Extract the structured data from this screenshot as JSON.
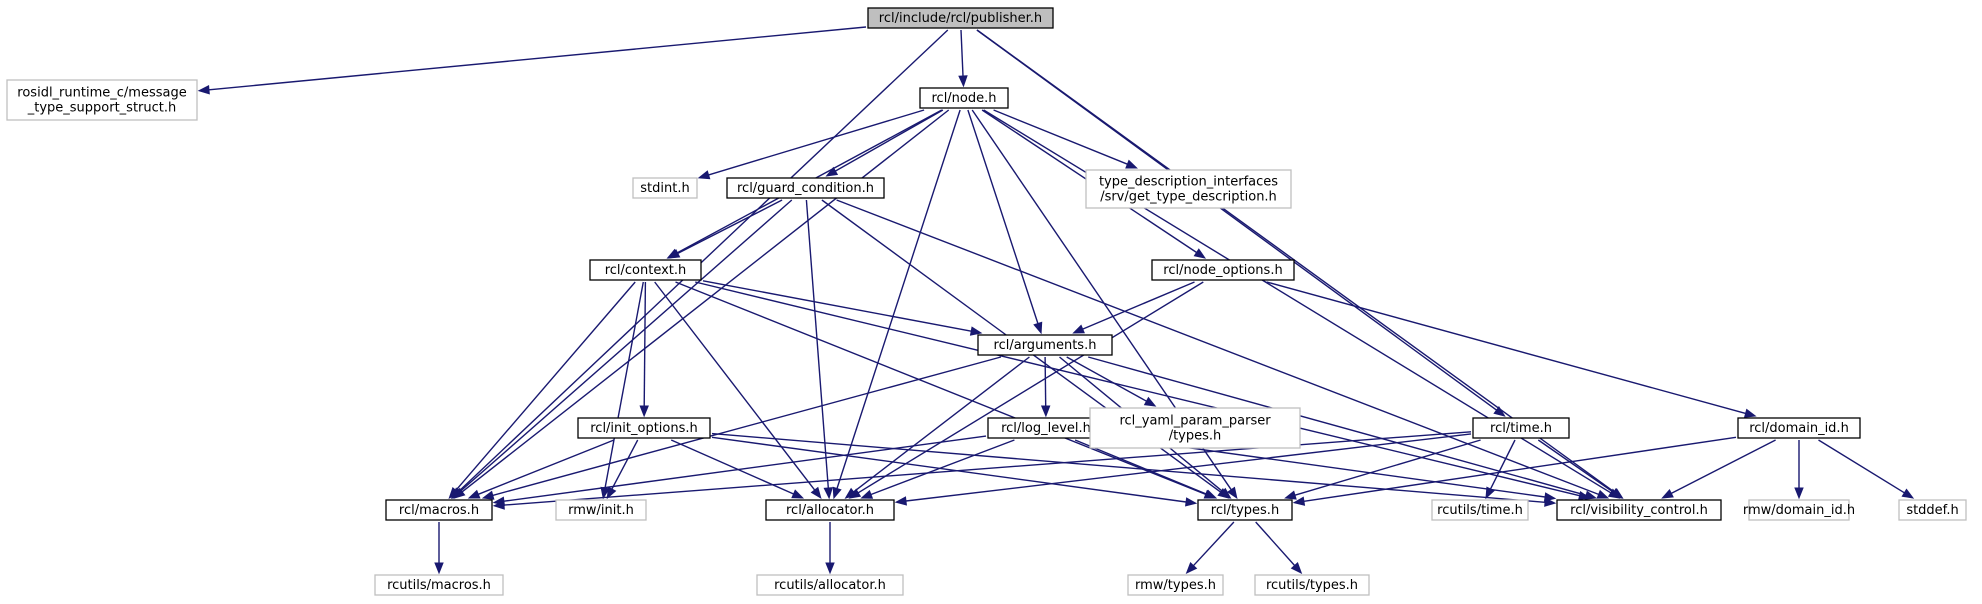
{
  "colors": {
    "edge": "#191970",
    "included_border": "#000000",
    "external_border": "#bfbfbf",
    "root_fill": "#bfbfbf",
    "node_fill": "#ffffff"
  },
  "nodes": [
    {
      "id": "publisher",
      "lines": [
        "rcl/include/rcl/publisher.h"
      ],
      "kind": "root"
    },
    {
      "id": "rosidl_msg",
      "lines": [
        "rosidl_runtime_c/message",
        "_type_support_struct.h"
      ],
      "kind": "external"
    },
    {
      "id": "node",
      "lines": [
        "rcl/node.h"
      ],
      "kind": "included"
    },
    {
      "id": "stdint",
      "lines": [
        "stdint.h"
      ],
      "kind": "external"
    },
    {
      "id": "guard_condition",
      "lines": [
        "rcl/guard_condition.h"
      ],
      "kind": "included"
    },
    {
      "id": "type_desc",
      "lines": [
        "type_description_interfaces",
        "/srv/get_type_description.h"
      ],
      "kind": "external"
    },
    {
      "id": "context",
      "lines": [
        "rcl/context.h"
      ],
      "kind": "included"
    },
    {
      "id": "node_options",
      "lines": [
        "rcl/node_options.h"
      ],
      "kind": "included"
    },
    {
      "id": "arguments",
      "lines": [
        "rcl/arguments.h"
      ],
      "kind": "included"
    },
    {
      "id": "init_options",
      "lines": [
        "rcl/init_options.h"
      ],
      "kind": "included"
    },
    {
      "id": "log_level",
      "lines": [
        "rcl/log_level.h"
      ],
      "kind": "included"
    },
    {
      "id": "yaml_types",
      "lines": [
        "rcl_yaml_param_parser",
        "/types.h"
      ],
      "kind": "external"
    },
    {
      "id": "time",
      "lines": [
        "rcl/time.h"
      ],
      "kind": "included"
    },
    {
      "id": "domain_id",
      "lines": [
        "rcl/domain_id.h"
      ],
      "kind": "included"
    },
    {
      "id": "macros",
      "lines": [
        "rcl/macros.h"
      ],
      "kind": "included"
    },
    {
      "id": "rmw_init",
      "lines": [
        "rmw/init.h"
      ],
      "kind": "external"
    },
    {
      "id": "allocator",
      "lines": [
        "rcl/allocator.h"
      ],
      "kind": "included"
    },
    {
      "id": "types",
      "lines": [
        "rcl/types.h"
      ],
      "kind": "included"
    },
    {
      "id": "rcutils_time",
      "lines": [
        "rcutils/time.h"
      ],
      "kind": "external"
    },
    {
      "id": "visibility",
      "lines": [
        "rcl/visibility_control.h"
      ],
      "kind": "included"
    },
    {
      "id": "rmw_domain_id",
      "lines": [
        "rmw/domain_id.h"
      ],
      "kind": "external"
    },
    {
      "id": "stddef",
      "lines": [
        "stddef.h"
      ],
      "kind": "external"
    },
    {
      "id": "rcutils_macros",
      "lines": [
        "rcutils/macros.h"
      ],
      "kind": "external"
    },
    {
      "id": "rcutils_allocator",
      "lines": [
        "rcutils/allocator.h"
      ],
      "kind": "external"
    },
    {
      "id": "rmw_types",
      "lines": [
        "rmw/types.h"
      ],
      "kind": "external"
    },
    {
      "id": "rcutils_types",
      "lines": [
        "rcutils/types.h"
      ],
      "kind": "external"
    }
  ],
  "edges": [
    [
      "publisher",
      "rosidl_msg"
    ],
    [
      "publisher",
      "node"
    ],
    [
      "publisher",
      "macros"
    ],
    [
      "publisher",
      "time"
    ],
    [
      "publisher",
      "visibility"
    ],
    [
      "node",
      "stdint"
    ],
    [
      "node",
      "guard_condition"
    ],
    [
      "node",
      "type_desc"
    ],
    [
      "node",
      "context"
    ],
    [
      "node",
      "node_options"
    ],
    [
      "node",
      "arguments"
    ],
    [
      "node",
      "macros"
    ],
    [
      "node",
      "allocator"
    ],
    [
      "node",
      "types"
    ],
    [
      "node",
      "visibility"
    ],
    [
      "guard_condition",
      "context"
    ],
    [
      "guard_condition",
      "macros"
    ],
    [
      "guard_condition",
      "allocator"
    ],
    [
      "guard_condition",
      "types"
    ],
    [
      "guard_condition",
      "visibility"
    ],
    [
      "context",
      "arguments"
    ],
    [
      "context",
      "init_options"
    ],
    [
      "context",
      "macros"
    ],
    [
      "context",
      "rmw_init"
    ],
    [
      "context",
      "allocator"
    ],
    [
      "context",
      "types"
    ],
    [
      "context",
      "visibility"
    ],
    [
      "node_options",
      "arguments"
    ],
    [
      "node_options",
      "domain_id"
    ],
    [
      "node_options",
      "allocator"
    ],
    [
      "arguments",
      "log_level"
    ],
    [
      "arguments",
      "yaml_types"
    ],
    [
      "arguments",
      "macros"
    ],
    [
      "arguments",
      "allocator"
    ],
    [
      "arguments",
      "types"
    ],
    [
      "arguments",
      "visibility"
    ],
    [
      "init_options",
      "macros"
    ],
    [
      "init_options",
      "rmw_init"
    ],
    [
      "init_options",
      "allocator"
    ],
    [
      "init_options",
      "types"
    ],
    [
      "init_options",
      "visibility"
    ],
    [
      "log_level",
      "macros"
    ],
    [
      "log_level",
      "allocator"
    ],
    [
      "log_level",
      "types"
    ],
    [
      "log_level",
      "visibility"
    ],
    [
      "time",
      "macros"
    ],
    [
      "time",
      "allocator"
    ],
    [
      "time",
      "types"
    ],
    [
      "time",
      "rcutils_time"
    ],
    [
      "time",
      "visibility"
    ],
    [
      "domain_id",
      "types"
    ],
    [
      "domain_id",
      "visibility"
    ],
    [
      "domain_id",
      "rmw_domain_id"
    ],
    [
      "domain_id",
      "stddef"
    ],
    [
      "macros",
      "rcutils_macros"
    ],
    [
      "allocator",
      "rcutils_allocator"
    ],
    [
      "types",
      "rmw_types"
    ],
    [
      "types",
      "rcutils_types"
    ]
  ]
}
